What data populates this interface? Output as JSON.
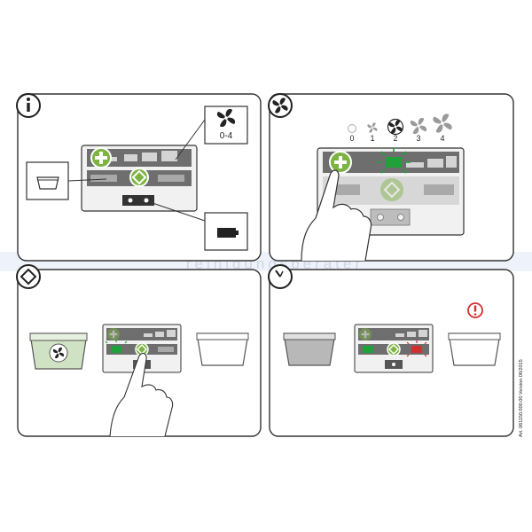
{
  "panels": [
    {
      "icon": "info-icon"
    },
    {
      "icon": "fan-icon"
    },
    {
      "icon": "diamond-arrows-icon"
    },
    {
      "icon": "timer-icon"
    }
  ],
  "callouts": {
    "fan_range": "0-4"
  },
  "fan_levels": [
    "0",
    "1",
    "2",
    "3",
    "4"
  ],
  "watermark": "reinigungsberater",
  "side_text": "Art. 061150.000.00  Version 06/2015",
  "colors": {
    "accent_green": "#7cb342",
    "led_green": "#1fa23a",
    "led_red": "#d32f2f",
    "panel_border": "#333333",
    "water_green": "#cfe3c4",
    "water_gray": "#b8b8b8",
    "warning_red": "#d32f2f"
  }
}
